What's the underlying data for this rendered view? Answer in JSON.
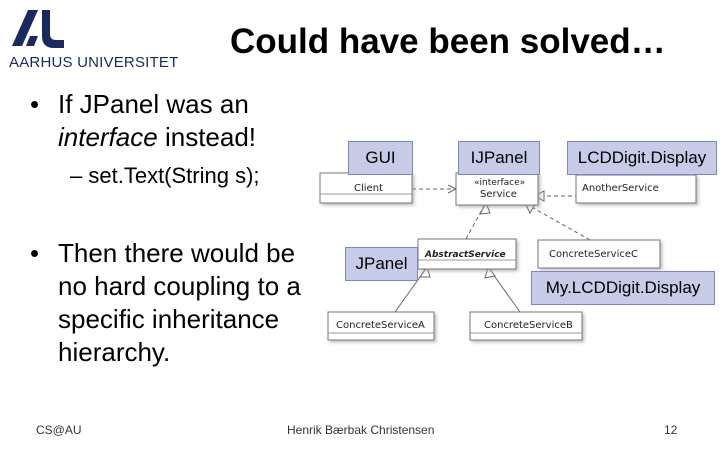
{
  "logo": {
    "text": "AARHUS UNIVERSITET",
    "color": "#1a2a5c"
  },
  "title": "Could have been solved…",
  "bullets": {
    "b1_line1": "If JPanel was an",
    "b1_em": "interface",
    "b1_rest": " instead!",
    "sub_dash": "–",
    "sub_text": "set.Text(String s);",
    "b2": "Then there would be no hard coupling to a specific inheritance hierarchy.",
    "symbol": "•"
  },
  "diagram": {
    "client": "Client",
    "stereotype": "«interface»",
    "service": "Service",
    "another_service": "AnotherService",
    "abstract_service": "AbstractService",
    "concrete_c": "ConcreteServiceC",
    "concrete_a": "ConcreteServiceA",
    "concrete_b": "ConcreteServiceB"
  },
  "overlays": {
    "gui": "GUI",
    "ijpanel": "IJPanel",
    "lcd": "LCDDigit.Display",
    "jpanel": "JPanel",
    "mylcd": "My.LCDDigit.Display"
  },
  "footer": {
    "left": "CS@AU",
    "center": "Henrik Bærbak Christensen",
    "page": "12"
  }
}
